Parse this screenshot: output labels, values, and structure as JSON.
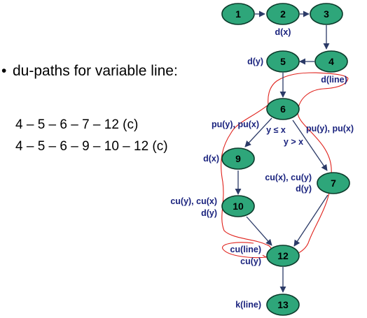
{
  "left_text": {
    "bullet": "du-paths for variable line:",
    "paths": [
      "4 – 5 – 6 – 7 – 12 (c)",
      "4 – 5 – 6 – 9 – 10 – 12 (c)"
    ]
  },
  "graph": {
    "nodes": [
      "1",
      "2",
      "3",
      "4",
      "5",
      "6",
      "7",
      "9",
      "10",
      "12",
      "13"
    ],
    "edges": [
      [
        "1",
        "2"
      ],
      [
        "2",
        "3"
      ],
      [
        "3",
        "4"
      ],
      [
        "4",
        "5"
      ],
      [
        "5",
        "6"
      ],
      [
        "6",
        "9"
      ],
      [
        "6",
        "7"
      ],
      [
        "9",
        "10"
      ],
      [
        "10",
        "12"
      ],
      [
        "7",
        "12"
      ],
      [
        "12",
        "13"
      ]
    ],
    "labels": {
      "n2": "d(x)",
      "n4": "d(line)",
      "n5": "d(y)",
      "n6_left": "pu(y), pu(x)",
      "n6_right": "pu(y), pu(x)",
      "cond_left": "y ≤ x",
      "cond_right": "y > x",
      "n9": "d(x)",
      "n7_line1": "cu(x), cu(y)",
      "n7_line2": "d(y)",
      "n10_line1": "cu(y), cu(x)",
      "n10_line2": "d(y)",
      "n12_line1": "cu(line)",
      "n12_line2": "cu(y)",
      "n13": "k(line)"
    }
  },
  "colors": {
    "node_fill": "#2ea67a",
    "node_stroke": "#0c3c2c",
    "edge": "#2b3a67",
    "label": "#1a237e",
    "highlight": "#e0211b",
    "text": "#000000"
  }
}
